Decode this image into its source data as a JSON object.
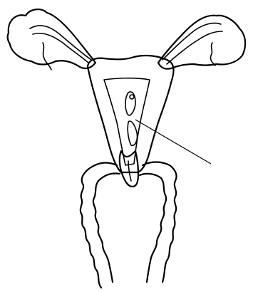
{
  "diagram": {
    "style": "black line drawing on white background",
    "colors": {
      "line": "#000000",
      "background": "#ffffff"
    },
    "parts": [
      "left-ovary-and-tube",
      "right-ovary-and-tube",
      "uterine-body",
      "uterine-cavity",
      "cavity-lesion",
      "cervix",
      "vaginal-wall-left",
      "vaginal-wall-right",
      "leader-line"
    ],
    "labels": []
  }
}
